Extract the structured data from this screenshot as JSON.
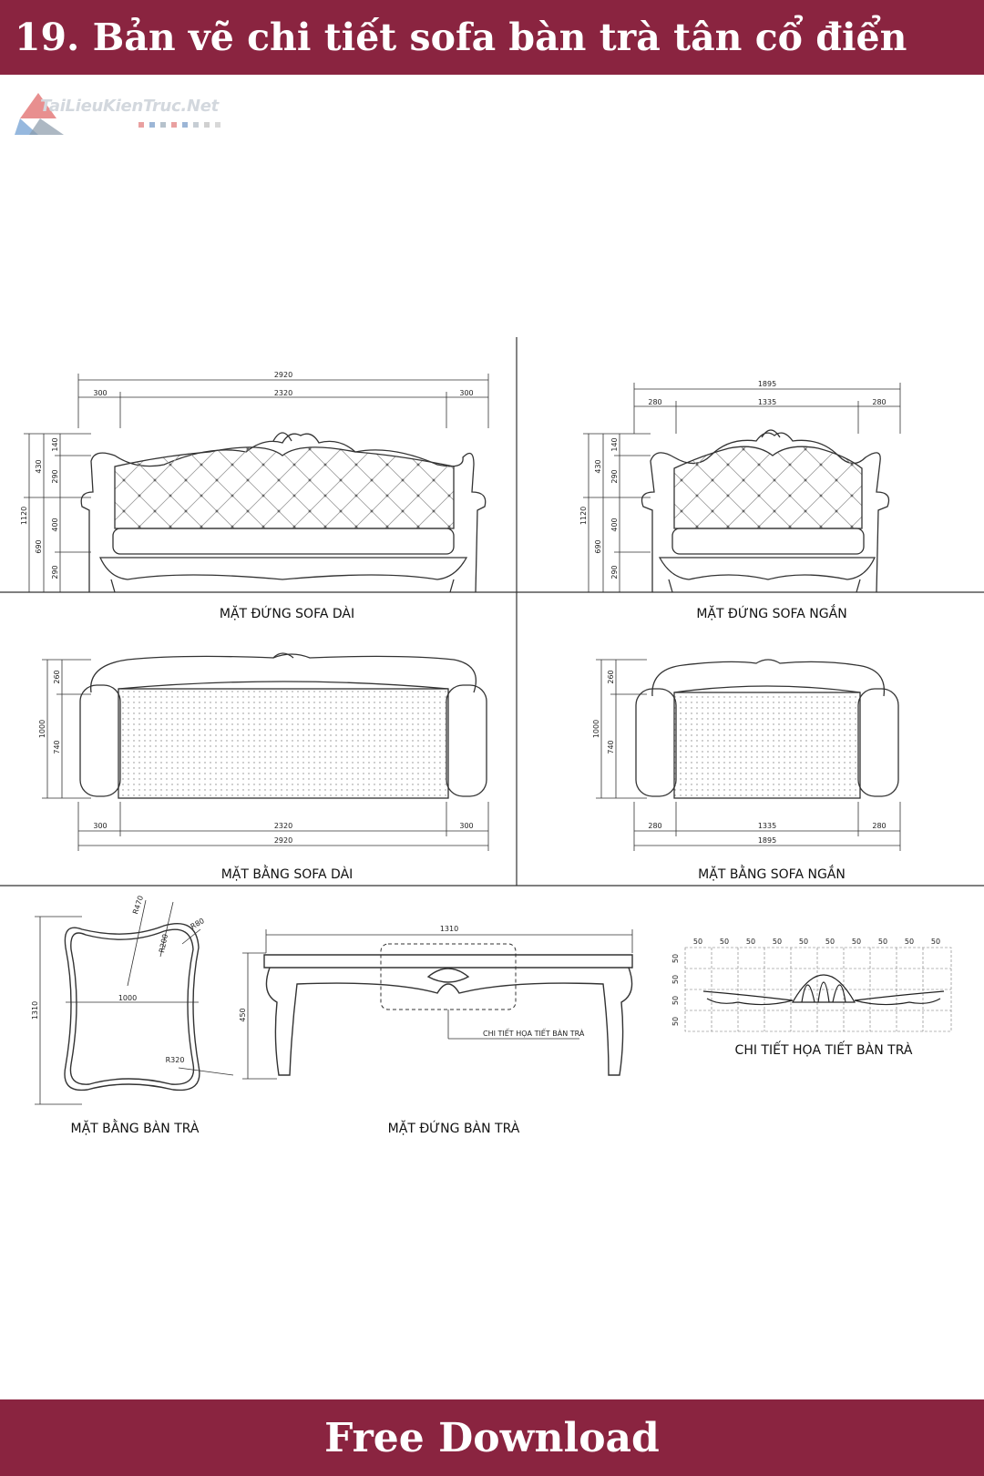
{
  "header": {
    "title": "19. Bản vẽ chi tiết sofa bàn trà tân cổ điển"
  },
  "watermark": {
    "text": "TaiLieuKienTruc.Net"
  },
  "drawings": {
    "long_elev": {
      "label": "MẶT ĐỨNG SOFA DÀI",
      "total": "2920",
      "left": "300",
      "mid": "2320",
      "right": "300",
      "h_total": "1120",
      "h_430": "430",
      "h_690": "690",
      "h_140": "140",
      "h_290": "290",
      "h_400": "400",
      "h_290b": "290"
    },
    "short_elev": {
      "label": "MẶT ĐỨNG SOFA NGẮN",
      "total": "1895",
      "left": "280",
      "mid": "1335",
      "right": "280",
      "h_total": "1120",
      "h_430": "430",
      "h_690": "690",
      "h_140": "140",
      "h_290": "290",
      "h_400": "400",
      "h_290b": "290"
    },
    "long_plan": {
      "label": "MẶT BẰNG SOFA DÀI",
      "total": "2920",
      "left": "300",
      "mid": "2320",
      "right": "300",
      "d_total": "1000",
      "d_260": "260",
      "d_740": "740"
    },
    "short_plan": {
      "label": "MẶT BẰNG SOFA NGẮN",
      "total": "1895",
      "left": "280",
      "mid": "1335",
      "right": "280",
      "d_total": "1000",
      "d_260": "260",
      "d_740": "740"
    },
    "table_plan": {
      "label": "MẶT BẰNG BÀN TRÀ",
      "r470": "R470",
      "r200": "R200",
      "r80": "R80",
      "w": "1000",
      "h": "1310",
      "r320": "R320"
    },
    "table_elev": {
      "label": "MẶT ĐỨNG BÀN TRÀ",
      "w": "1310",
      "h": "450",
      "callout": "CHI TIẾT HỌA TIẾT BÀN TRÀ"
    },
    "detail": {
      "label": "CHI TIẾT HỌA TIẾT BÀN TRÀ",
      "unit": "50"
    }
  },
  "footer": {
    "label": "Free Download"
  },
  "colors": {
    "banner": "#8a2440",
    "text": "#ffffff",
    "line": "#333333"
  }
}
